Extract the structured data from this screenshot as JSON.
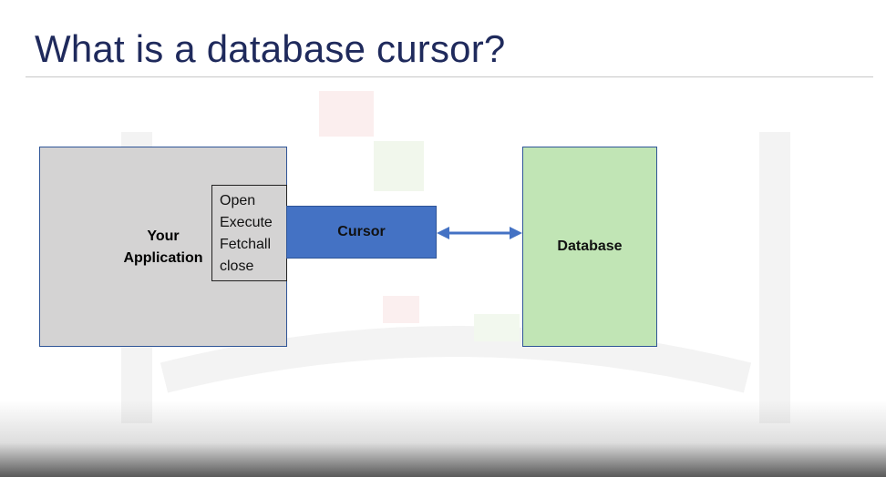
{
  "slide": {
    "title": "What is a database cursor?"
  },
  "diagram": {
    "application": {
      "label_line1": "Your",
      "label_line2": "Application",
      "fill": "#d4d3d3"
    },
    "methods": [
      "Open",
      "Execute",
      "Fetchall",
      "close"
    ],
    "cursor": {
      "label": "Cursor",
      "fill": "#4472c4"
    },
    "database": {
      "label": "Database",
      "fill": "#c1e5b5"
    },
    "connector": {
      "type": "double-headed-arrow",
      "color": "#4472c4"
    }
  }
}
